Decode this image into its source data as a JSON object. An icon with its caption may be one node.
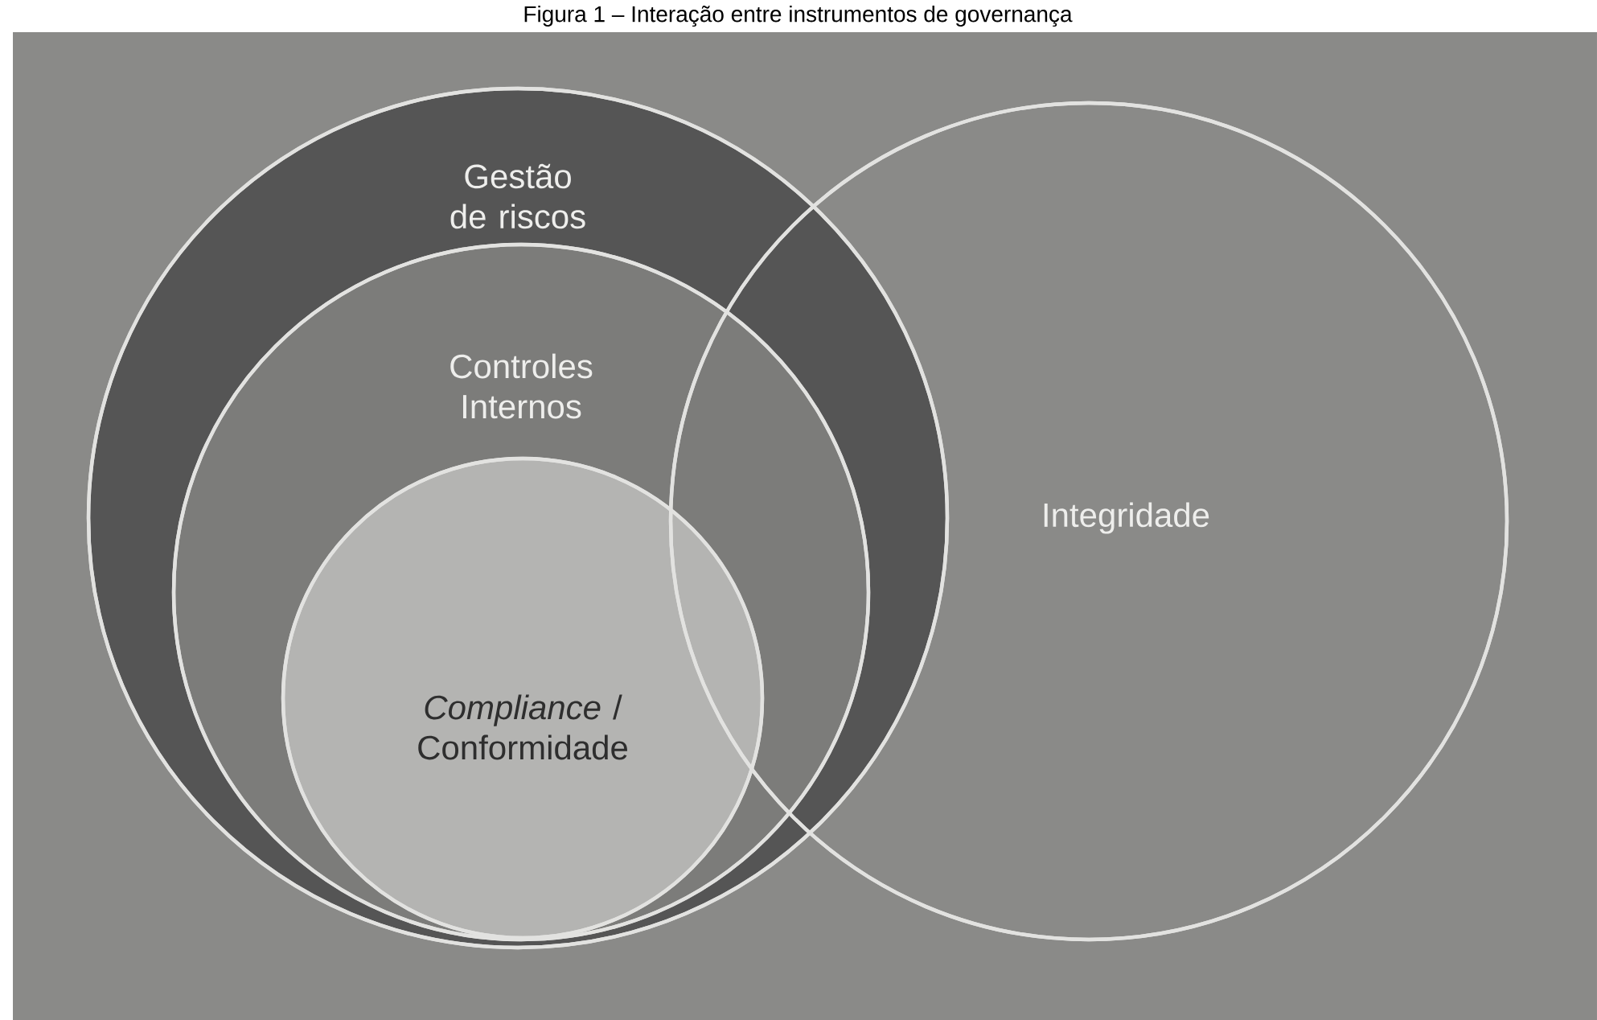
{
  "diagram": {
    "title": "Figura 1 – Interação entre instrumentos de governança",
    "nodes": [
      {
        "text": [
          "Gestão de riscos"
        ]
      },
      {
        "text": [
          "Controles Internos"
        ],
        "in": 0
      },
      {
        "text": [
          "*Compliance* / Conformidade"
        ],
        "in": 1
      },
      {
        "text": [
          "Integridade"
        ]
      }
    ]
  }
}
